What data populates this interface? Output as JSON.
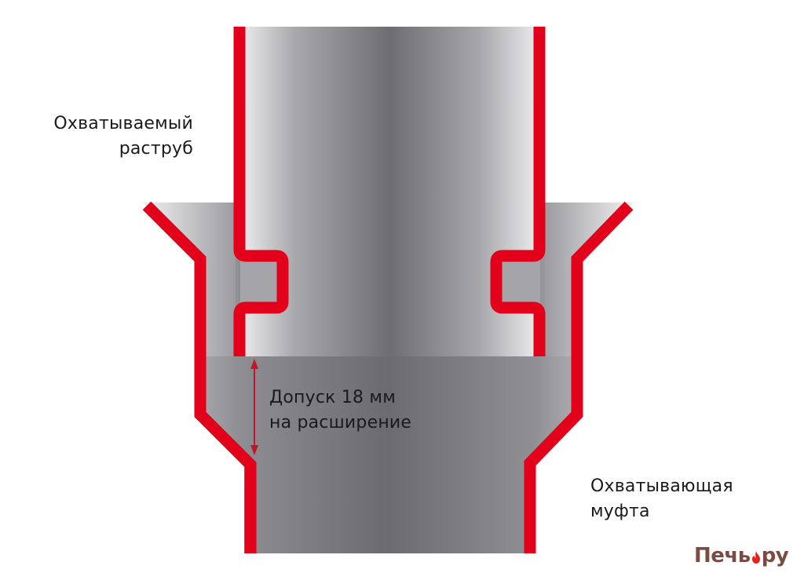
{
  "diagram": {
    "title": "Pipe socket connection with expansion allowance",
    "colors": {
      "wall": "#e2001a",
      "metal_dark": "#6e6e73",
      "metal_light": "#e6e6e8",
      "arrow": "#c0182b",
      "text": "#1a1a1a",
      "logo": "#7a4b42",
      "logo_flame": "#e2231a"
    }
  },
  "labels": {
    "upper_pipe": {
      "line1": "Охватываемый",
      "line2": "раструб"
    },
    "tolerance": {
      "line1": "Допуск 18 мм",
      "line2": "на расширение"
    },
    "lower_pipe": {
      "line1": "Охватывающая",
      "line2": "муфта"
    }
  },
  "logo": {
    "part1": "Печь",
    "part2": "ру",
    "icon": "flame-icon"
  }
}
